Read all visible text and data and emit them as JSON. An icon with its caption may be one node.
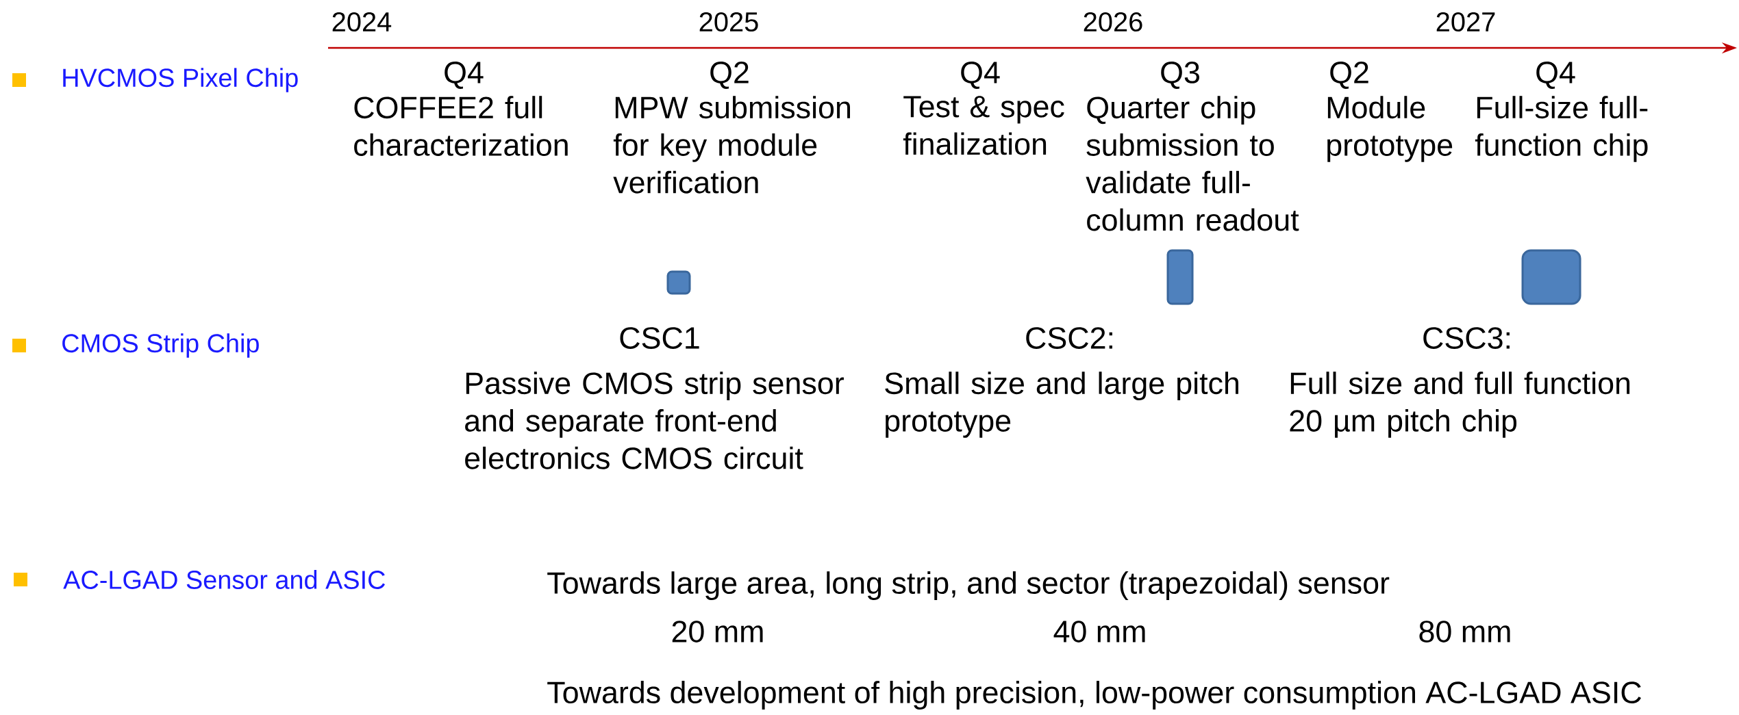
{
  "diagram": {
    "nodes": [
      {
        "text": [],
        "shape": "box"
      },
      {
        "text": [],
        "shape": "box"
      },
      {
        "text": [],
        "shape": "box"
      }
    ],
    "labels": [
      "2024",
      "2025",
      "2026",
      "2027",
      "HVCMOS Pixel Chip",
      "Q4",
      "COFFEE2 full characterization",
      "Q2",
      "MPW submission for key module verification",
      "Q4",
      "Test & spec finalization",
      "Q3",
      "Quarter chip submission to validate full-column readout",
      "Q2",
      "Module prototype",
      "Q4",
      "Full-size full-function chip",
      "CMOS Strip Chip",
      "CSC1",
      "Passive CMOS strip sensor and separate front-end electronics CMOS circuit",
      "CSC2:",
      "Small size and large pitch prototype",
      "CSC3:",
      "Full size and full function 20 µm pitch chip",
      "AC-LGAD Sensor and ASIC",
      "Towards large area, long strip, and sector (trapezoidal) sensor",
      "20 mm",
      "40 mm",
      "80 mm",
      "Towards development of high precision, low-power consumption AC-LGAD ASIC"
    ]
  }
}
